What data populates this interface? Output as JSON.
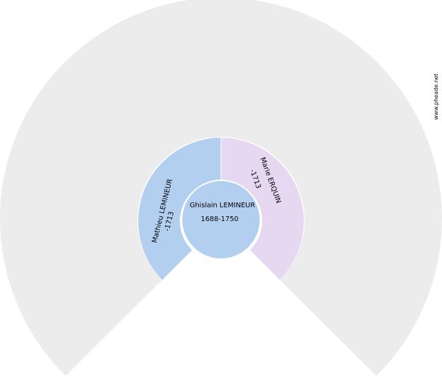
{
  "root": {
    "name": "Ghislain LEMINEUR",
    "dates": "1688-1750"
  },
  "father": {
    "name": "Mathieu LEMINEUR",
    "dates": "-1713"
  },
  "mother": {
    "name": "Marie ERQUIN",
    "dates": "-1713"
  },
  "watermark": "www.pheade.net",
  "colors": {
    "outer_ring": "#ececec",
    "male": "#b3cff0",
    "female": "#e6d8f0",
    "separator": "#ffffff"
  }
}
